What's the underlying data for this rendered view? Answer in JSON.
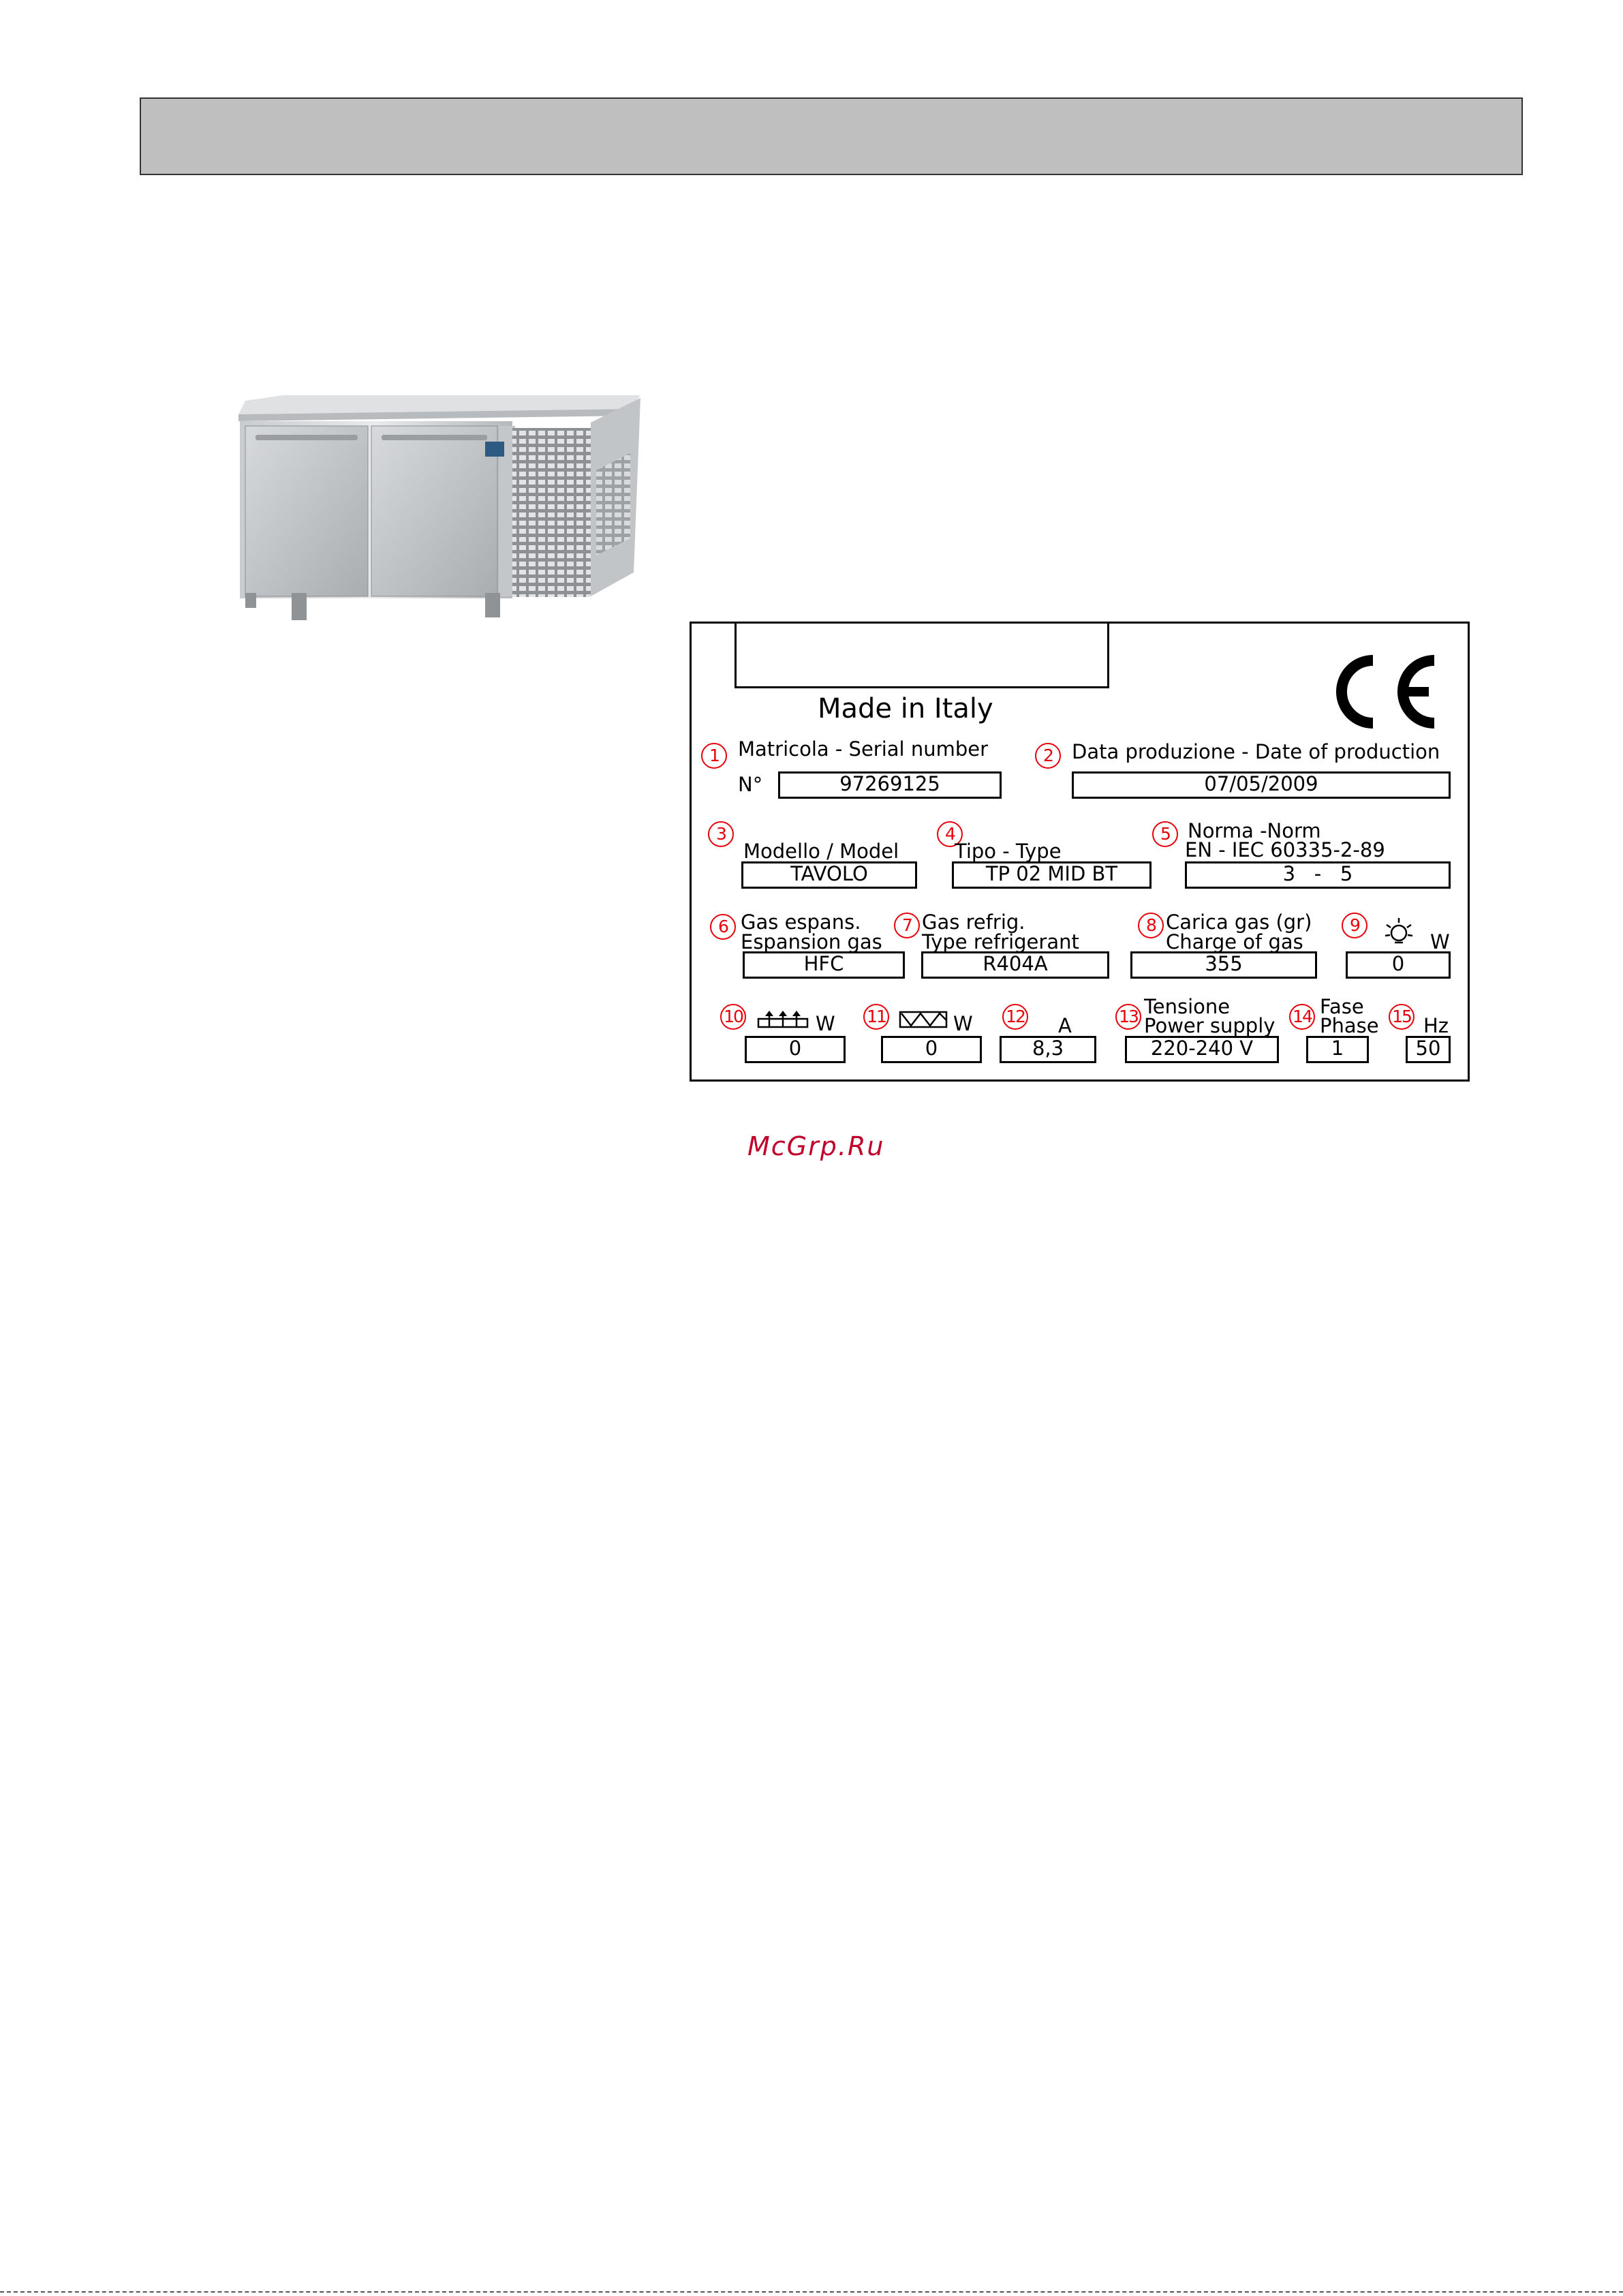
{
  "plate": {
    "made_in": "Made in Italy",
    "ce_mark": "CE",
    "serial_label": "Matricola - Serial number",
    "serial_prefix": "N°",
    "serial_value": "97269125",
    "date_label": "Data produzione - Date of production",
    "date_value": "07/05/2009",
    "model_label": "Modello / Model",
    "model_value": "TAVOLO",
    "type_label": "Tipo - Type",
    "type_value": "TP 02 MID BT",
    "norm_label": "Norma -Norm",
    "norm_sub": "EN   -  IEC 60335-2-89",
    "norm_value": "3   -   5",
    "exp_gas_label_1": "Gas espans.",
    "exp_gas_label_2": "Espansion gas",
    "exp_gas_value": "HFC",
    "refrig_label_1": "Gas refrig.",
    "refrig_label_2": "Type refrigerant",
    "refrig_value": "R404A",
    "charge_label_1": "Carica gas (gr)",
    "charge_label_2": "Charge of gas",
    "charge_value": "355",
    "light_unit": "W",
    "light_value": "0",
    "heater_unit": "W",
    "heater_value": "0",
    "defrost_unit": "W",
    "defrost_value": "0",
    "current_unit": "A",
    "current_value": "8,3",
    "power_label_1": "Tensione",
    "power_label_2": "Power supply",
    "power_value": "220-240 V",
    "phase_label_1": "Fase",
    "phase_label_2": "Phase",
    "phase_value": "1",
    "freq_unit": "Hz",
    "freq_value": "50"
  },
  "callouts": [
    "1",
    "2",
    "3",
    "4",
    "5",
    "6",
    "7",
    "8",
    "9",
    "10",
    "11",
    "12",
    "13",
    "14",
    "15"
  ],
  "watermark": "McGrp.Ru",
  "colors": {
    "callout": "#e8000b",
    "watermark": "#c0002a",
    "header_bar": "#bfbfbf"
  },
  "icons": [
    "light-bulb-icon",
    "heating-element-icon",
    "defrost-resistance-icon",
    "ce-mark-icon"
  ]
}
